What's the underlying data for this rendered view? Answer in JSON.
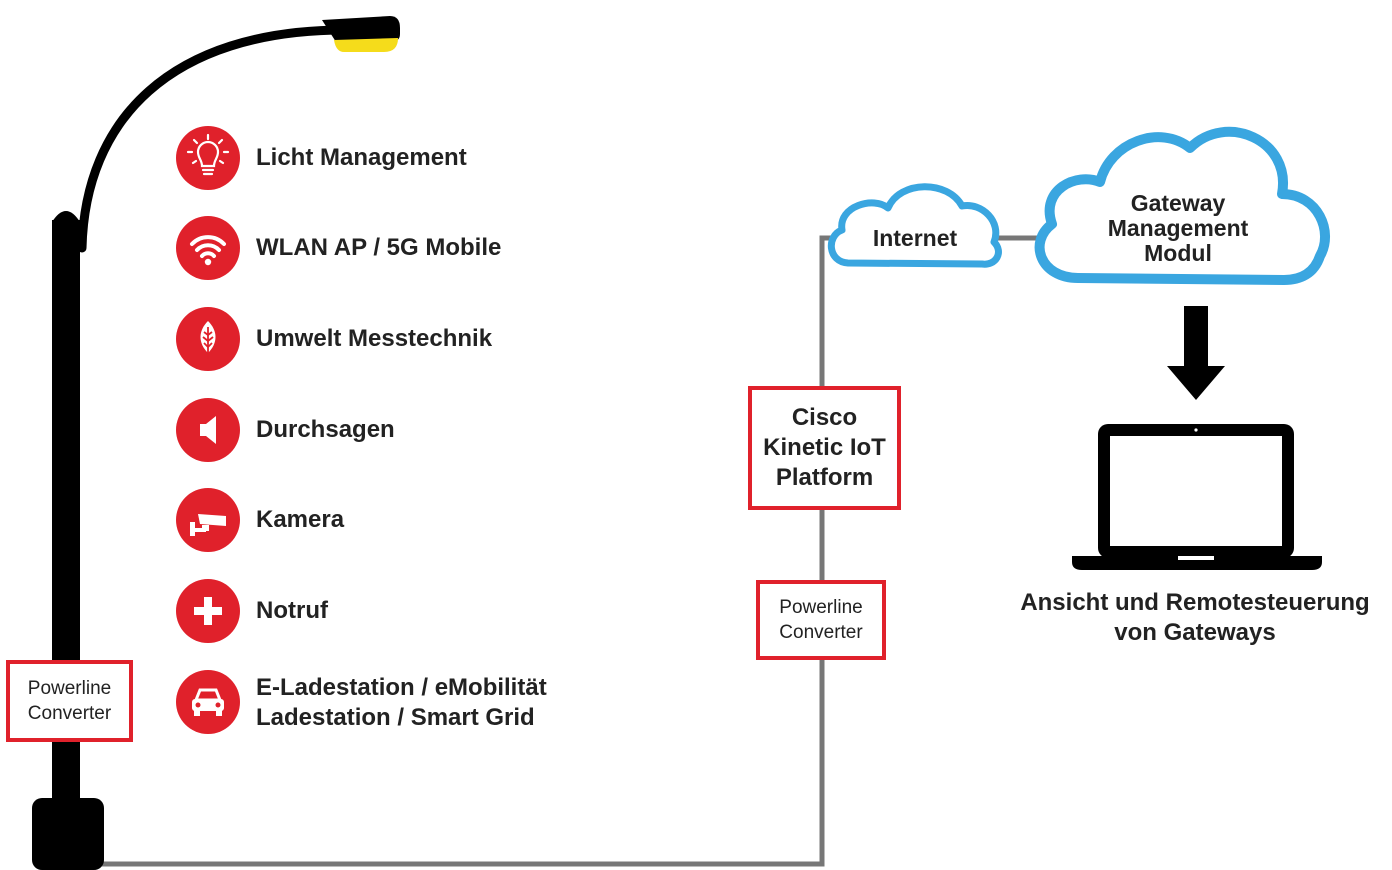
{
  "colors": {
    "accent": "#e0212b",
    "lamp_light": "#f5dc1b",
    "pole": "#000000",
    "connector": "#777777",
    "cloud_outline": "#3aa6e0"
  },
  "features": [
    {
      "icon": "lightbulb-icon",
      "lines": [
        "Licht Management"
      ]
    },
    {
      "icon": "wifi-icon",
      "lines": [
        "WLAN AP / 5G Mobile"
      ]
    },
    {
      "icon": "leaf-icon",
      "lines": [
        "Umwelt Messtechnik"
      ]
    },
    {
      "icon": "speaker-icon",
      "lines": [
        "Durchsagen"
      ]
    },
    {
      "icon": "camera-icon",
      "lines": [
        "Kamera"
      ]
    },
    {
      "icon": "plus-icon",
      "lines": [
        "Notruf"
      ]
    },
    {
      "icon": "car-icon",
      "lines": [
        "E-Ladestation  / eMobilität",
        "Ladestation / Smart Grid"
      ]
    }
  ],
  "pole_converter": {
    "lines": [
      "Powerline",
      "Converter"
    ]
  },
  "mid_converter": {
    "lines": [
      "Powerline",
      "Converter"
    ]
  },
  "cisco_box": {
    "lines": [
      "Cisco",
      "Kinetic IoT",
      "Platform"
    ]
  },
  "internet_cloud": {
    "lines": [
      "Internet"
    ]
  },
  "gateway_cloud": {
    "lines": [
      "Gateway",
      "Management",
      "Modul"
    ]
  },
  "laptop": {
    "icon": "laptop-icon"
  },
  "arrow": {
    "icon": "arrow-down-icon"
  },
  "caption": {
    "lines": [
      "Ansicht und Remotesteuerung",
      "von Gateways"
    ]
  }
}
